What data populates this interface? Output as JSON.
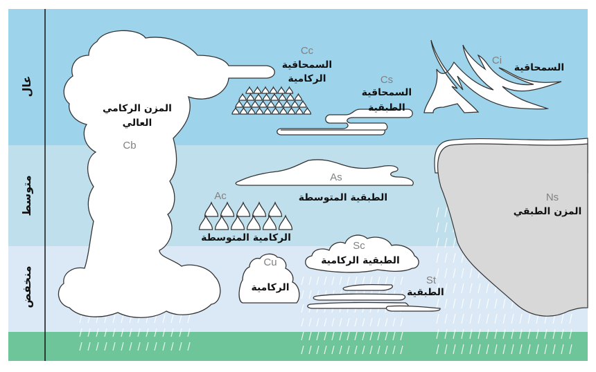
{
  "axis": {
    "high": "عال",
    "middle": "متوسط",
    "low": "منخفض"
  },
  "colors": {
    "high_band": "#9dd4ec",
    "middle_band": "#c0dfec",
    "low_band": "#dbe9f6",
    "ground": "#6fc59a",
    "nimbostratus": "#d8d8d8"
  },
  "clouds": {
    "cb": {
      "code": "Cb",
      "name_line1": "المزن الركامي",
      "name_line2": "العالي"
    },
    "cc": {
      "code": "Cc",
      "name_line1": "السمحاقية",
      "name_line2": "الركامية"
    },
    "cs": {
      "code": "Cs",
      "name_line1": "السمحاقية",
      "name_line2": "الطبقية"
    },
    "ci": {
      "code": "Ci",
      "name": "السمحاقية"
    },
    "as": {
      "code": "As",
      "name": "الطبقية المتوسطة"
    },
    "ac": {
      "code": "Ac",
      "name": "الركامية المتوسطة"
    },
    "ns": {
      "code": "Ns",
      "name": "المزن الطبقي"
    },
    "sc": {
      "code": "Sc",
      "name": "الطبقية الركامية"
    },
    "cu": {
      "code": "Cu",
      "name": "الركامية"
    },
    "st": {
      "code": "St",
      "name": "الطبقية"
    }
  }
}
